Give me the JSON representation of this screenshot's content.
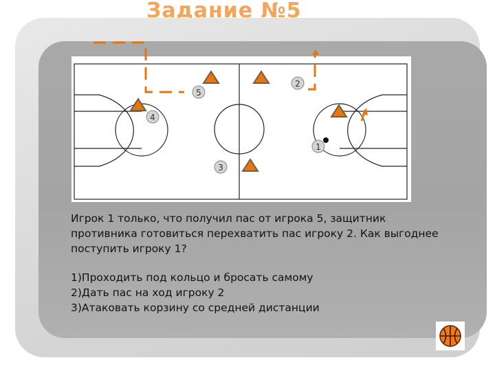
{
  "slide": {
    "title": "Задание №5",
    "question": "Игрок 1 только, что получил пас от игрока 5, защитник противника готовиться перехватить пас игроку 2. Как выгоднее поступить игроку 1?",
    "options": [
      "1)Проходить под кольцо и бросать самому",
      "2)Дать пас на ход игроку 2",
      "3)Атаковать корзину со средней дистанции"
    ]
  },
  "court": {
    "players": [
      "5",
      "2",
      "4",
      "1",
      "3"
    ],
    "colors": {
      "defender_fill": "#e8760f",
      "defender_stroke": "#7a5a3a",
      "player_fill": "#d4d4d4",
      "route": "#e8760f",
      "title": "#f5a45a"
    }
  },
  "icons": {
    "ball": "basketball-icon"
  }
}
